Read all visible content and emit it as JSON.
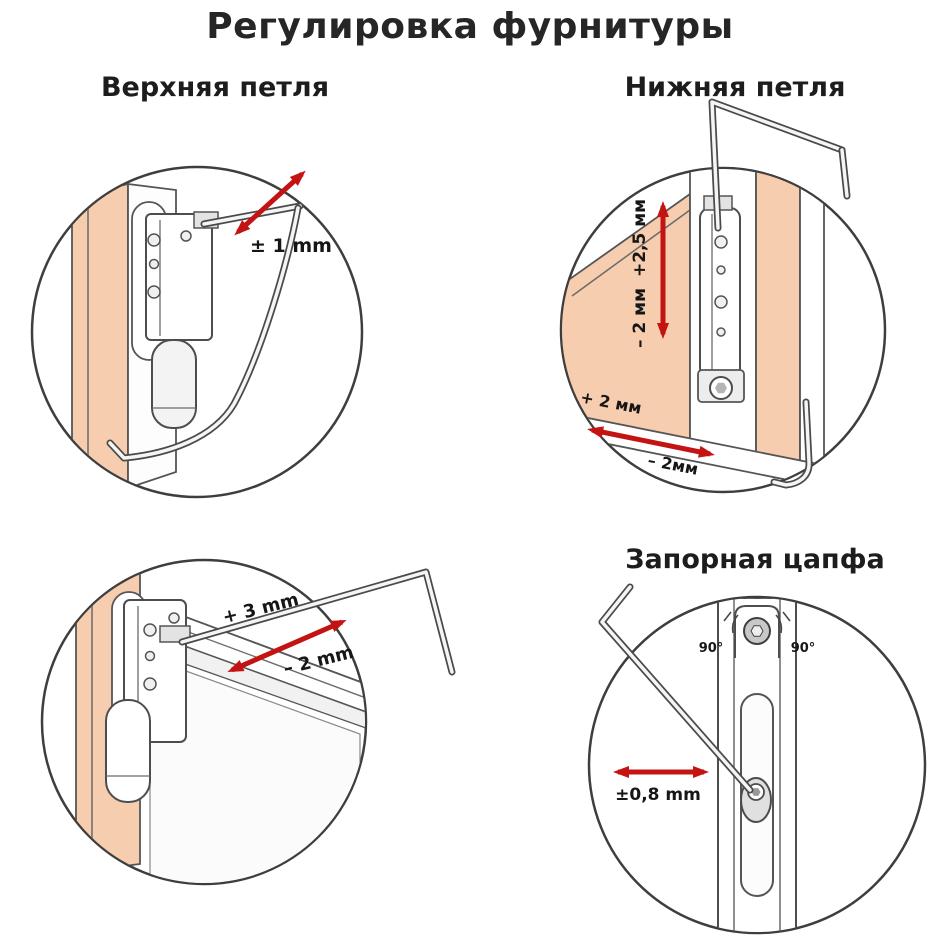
{
  "title": "Регулировка фурнитуры",
  "panels": {
    "top_hinge": {
      "title": "Верхняя петля",
      "measurement": "± 1 mm"
    },
    "bottom_hinge": {
      "title": "Нижняя петля",
      "v_plus": "+2,5 мм",
      "v_minus": "– 2 мм",
      "h_plus": "+ 2 мм",
      "h_minus": "– 2мм"
    },
    "side_hinge": {
      "m_plus": "+ 3 mm",
      "m_minus": "– 2 mm"
    },
    "locking_cam": {
      "title": "Запорная цапфа",
      "measurement": "±0,8 mm",
      "angle_left": "90°",
      "angle_right": "90°"
    }
  },
  "colors": {
    "accent_red": "#c31313",
    "frame_fill": "#f6cdae",
    "line": "#4a4a4a",
    "background": "#ffffff"
  }
}
